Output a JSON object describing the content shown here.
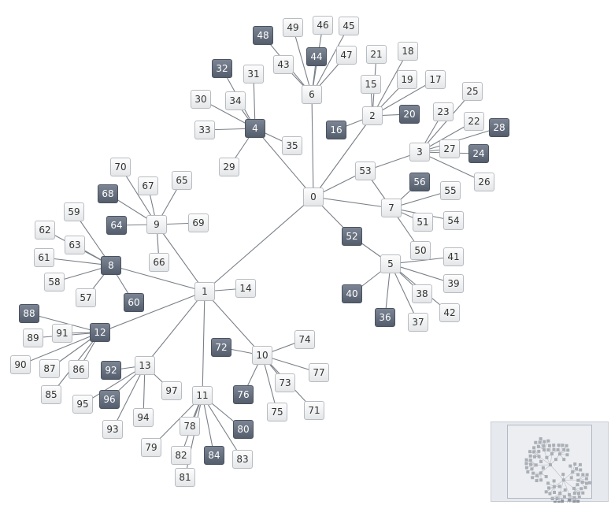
{
  "graph": {
    "nodes": [
      {
        "id": "0",
        "dark": false
      },
      {
        "id": "1",
        "dark": false
      },
      {
        "id": "2",
        "dark": false
      },
      {
        "id": "3",
        "dark": false
      },
      {
        "id": "4",
        "dark": true
      },
      {
        "id": "5",
        "dark": false
      },
      {
        "id": "6",
        "dark": false
      },
      {
        "id": "7",
        "dark": false
      },
      {
        "id": "8",
        "dark": true
      },
      {
        "id": "9",
        "dark": false
      },
      {
        "id": "10",
        "dark": false
      },
      {
        "id": "11",
        "dark": false
      },
      {
        "id": "12",
        "dark": true
      },
      {
        "id": "13",
        "dark": false
      },
      {
        "id": "14",
        "dark": false
      },
      {
        "id": "15",
        "dark": false
      },
      {
        "id": "16",
        "dark": true
      },
      {
        "id": "17",
        "dark": false
      },
      {
        "id": "18",
        "dark": false
      },
      {
        "id": "19",
        "dark": false
      },
      {
        "id": "20",
        "dark": true
      },
      {
        "id": "21",
        "dark": false
      },
      {
        "id": "22",
        "dark": false
      },
      {
        "id": "23",
        "dark": false
      },
      {
        "id": "24",
        "dark": true
      },
      {
        "id": "25",
        "dark": false
      },
      {
        "id": "26",
        "dark": false
      },
      {
        "id": "27",
        "dark": false
      },
      {
        "id": "28",
        "dark": true
      },
      {
        "id": "29",
        "dark": false
      },
      {
        "id": "30",
        "dark": false
      },
      {
        "id": "31",
        "dark": false
      },
      {
        "id": "32",
        "dark": true
      },
      {
        "id": "33",
        "dark": false
      },
      {
        "id": "34",
        "dark": false
      },
      {
        "id": "35",
        "dark": false
      },
      {
        "id": "36",
        "dark": true
      },
      {
        "id": "37",
        "dark": false
      },
      {
        "id": "38",
        "dark": false
      },
      {
        "id": "39",
        "dark": false
      },
      {
        "id": "40",
        "dark": true
      },
      {
        "id": "41",
        "dark": false
      },
      {
        "id": "42",
        "dark": false
      },
      {
        "id": "43",
        "dark": false
      },
      {
        "id": "44",
        "dark": true
      },
      {
        "id": "45",
        "dark": false
      },
      {
        "id": "46",
        "dark": false
      },
      {
        "id": "47",
        "dark": false
      },
      {
        "id": "48",
        "dark": true
      },
      {
        "id": "49",
        "dark": false
      },
      {
        "id": "50",
        "dark": false
      },
      {
        "id": "51",
        "dark": false
      },
      {
        "id": "52",
        "dark": true
      },
      {
        "id": "53",
        "dark": false
      },
      {
        "id": "54",
        "dark": false
      },
      {
        "id": "55",
        "dark": false
      },
      {
        "id": "56",
        "dark": true
      },
      {
        "id": "57",
        "dark": false
      },
      {
        "id": "58",
        "dark": false
      },
      {
        "id": "59",
        "dark": false
      },
      {
        "id": "60",
        "dark": true
      },
      {
        "id": "61",
        "dark": false
      },
      {
        "id": "62",
        "dark": false
      },
      {
        "id": "63",
        "dark": false
      },
      {
        "id": "64",
        "dark": true
      },
      {
        "id": "65",
        "dark": false
      },
      {
        "id": "66",
        "dark": false
      },
      {
        "id": "67",
        "dark": false
      },
      {
        "id": "68",
        "dark": true
      },
      {
        "id": "69",
        "dark": false
      },
      {
        "id": "70",
        "dark": false
      },
      {
        "id": "71",
        "dark": false
      },
      {
        "id": "72",
        "dark": true
      },
      {
        "id": "73",
        "dark": false
      },
      {
        "id": "74",
        "dark": false
      },
      {
        "id": "75",
        "dark": false
      },
      {
        "id": "76",
        "dark": true
      },
      {
        "id": "77",
        "dark": false
      },
      {
        "id": "78",
        "dark": false
      },
      {
        "id": "79",
        "dark": false
      },
      {
        "id": "80",
        "dark": true
      },
      {
        "id": "81",
        "dark": false
      },
      {
        "id": "82",
        "dark": false
      },
      {
        "id": "83",
        "dark": false
      },
      {
        "id": "84",
        "dark": true
      },
      {
        "id": "85",
        "dark": false
      },
      {
        "id": "86",
        "dark": false
      },
      {
        "id": "87",
        "dark": false
      },
      {
        "id": "88",
        "dark": true
      },
      {
        "id": "89",
        "dark": false
      },
      {
        "id": "90",
        "dark": false
      },
      {
        "id": "91",
        "dark": false
      },
      {
        "id": "92",
        "dark": true
      },
      {
        "id": "93",
        "dark": false
      },
      {
        "id": "94",
        "dark": false
      },
      {
        "id": "95",
        "dark": false
      },
      {
        "id": "96",
        "dark": true
      },
      {
        "id": "97",
        "dark": false
      }
    ],
    "edges": [
      [
        "0",
        "1"
      ],
      [
        "0",
        "2"
      ],
      [
        "0",
        "4"
      ],
      [
        "0",
        "6"
      ],
      [
        "0",
        "7"
      ],
      [
        "0",
        "52"
      ],
      [
        "0",
        "53"
      ],
      [
        "1",
        "8"
      ],
      [
        "1",
        "9"
      ],
      [
        "1",
        "10"
      ],
      [
        "1",
        "11"
      ],
      [
        "1",
        "12"
      ],
      [
        "1",
        "13"
      ],
      [
        "1",
        "14"
      ],
      [
        "2",
        "15"
      ],
      [
        "2",
        "16"
      ],
      [
        "2",
        "17"
      ],
      [
        "2",
        "18"
      ],
      [
        "2",
        "19"
      ],
      [
        "2",
        "20"
      ],
      [
        "2",
        "21"
      ],
      [
        "3",
        "22"
      ],
      [
        "3",
        "23"
      ],
      [
        "3",
        "24"
      ],
      [
        "3",
        "25"
      ],
      [
        "3",
        "26"
      ],
      [
        "3",
        "27"
      ],
      [
        "3",
        "28"
      ],
      [
        "3",
        "53"
      ],
      [
        "4",
        "29"
      ],
      [
        "4",
        "30"
      ],
      [
        "4",
        "31"
      ],
      [
        "4",
        "32"
      ],
      [
        "4",
        "33"
      ],
      [
        "4",
        "34"
      ],
      [
        "4",
        "35"
      ],
      [
        "5",
        "36"
      ],
      [
        "5",
        "37"
      ],
      [
        "5",
        "38"
      ],
      [
        "5",
        "39"
      ],
      [
        "5",
        "40"
      ],
      [
        "5",
        "41"
      ],
      [
        "5",
        "42"
      ],
      [
        "5",
        "52"
      ],
      [
        "6",
        "43"
      ],
      [
        "6",
        "44"
      ],
      [
        "6",
        "45"
      ],
      [
        "6",
        "46"
      ],
      [
        "6",
        "47"
      ],
      [
        "6",
        "48"
      ],
      [
        "6",
        "49"
      ],
      [
        "7",
        "50"
      ],
      [
        "7",
        "51"
      ],
      [
        "7",
        "53"
      ],
      [
        "7",
        "54"
      ],
      [
        "7",
        "55"
      ],
      [
        "7",
        "56"
      ],
      [
        "8",
        "57"
      ],
      [
        "8",
        "58"
      ],
      [
        "8",
        "59"
      ],
      [
        "8",
        "60"
      ],
      [
        "8",
        "61"
      ],
      [
        "8",
        "62"
      ],
      [
        "8",
        "63"
      ],
      [
        "9",
        "64"
      ],
      [
        "9",
        "65"
      ],
      [
        "9",
        "66"
      ],
      [
        "9",
        "67"
      ],
      [
        "9",
        "68"
      ],
      [
        "9",
        "69"
      ],
      [
        "9",
        "70"
      ],
      [
        "10",
        "71"
      ],
      [
        "10",
        "72"
      ],
      [
        "10",
        "73"
      ],
      [
        "10",
        "74"
      ],
      [
        "10",
        "75"
      ],
      [
        "10",
        "76"
      ],
      [
        "10",
        "77"
      ],
      [
        "11",
        "78"
      ],
      [
        "11",
        "79"
      ],
      [
        "11",
        "80"
      ],
      [
        "11",
        "81"
      ],
      [
        "11",
        "82"
      ],
      [
        "11",
        "83"
      ],
      [
        "11",
        "84"
      ],
      [
        "12",
        "85"
      ],
      [
        "12",
        "86"
      ],
      [
        "12",
        "87"
      ],
      [
        "12",
        "88"
      ],
      [
        "12",
        "89"
      ],
      [
        "12",
        "90"
      ],
      [
        "12",
        "91"
      ],
      [
        "13",
        "92"
      ],
      [
        "13",
        "93"
      ],
      [
        "13",
        "94"
      ],
      [
        "13",
        "95"
      ],
      [
        "13",
        "96"
      ],
      [
        "13",
        "97"
      ]
    ]
  },
  "colors": {
    "edge": "#7a8088",
    "minimap_node": "#8e949c",
    "minimap_edge": "#a3a8af"
  }
}
